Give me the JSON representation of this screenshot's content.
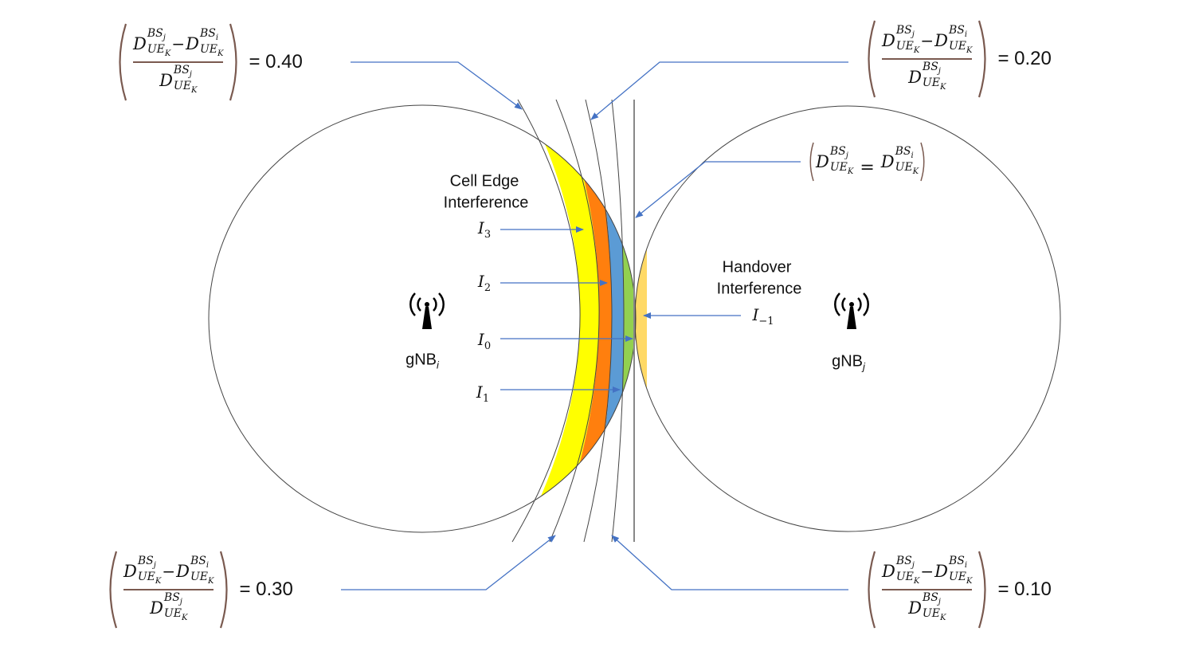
{
  "labels": {
    "cell_edge_line1": "Cell Edge",
    "cell_edge_line2": "Interference",
    "handover_line1": "Handover",
    "handover_line2": "Interference",
    "gnb_i": "gNB",
    "gnb_i_sub": "i",
    "gnb_j": "gNB",
    "gnb_j_sub": "j"
  },
  "interference_levels": [
    {
      "symbol": "I",
      "sub": "3"
    },
    {
      "symbol": "I",
      "sub": "2"
    },
    {
      "symbol": "I",
      "sub": "0"
    },
    {
      "symbol": "I",
      "sub": "1"
    },
    {
      "symbol": "I",
      "sub": "−1"
    }
  ],
  "formula": {
    "symbol": "D",
    "bs": "BS",
    "j": "j",
    "i": "i",
    "ue": "UE",
    "k": "K",
    "minus": "−",
    "equals": "="
  },
  "ratio_annotations": [
    {
      "value": "= 0.40"
    },
    {
      "value": "= 0.20"
    },
    {
      "value": "= 0.30"
    },
    {
      "value": "= 0.10"
    }
  ],
  "colors": {
    "band_040": "#ffff00",
    "band_030": "#ff7f0e",
    "band_020": "#5b9bd5",
    "band_010": "#92d050",
    "handover": "#ffd966",
    "arrow": "#4472c4"
  }
}
